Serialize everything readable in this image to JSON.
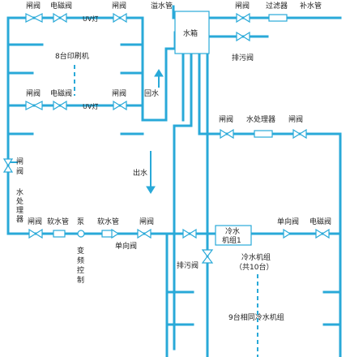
{
  "labels": {
    "top_gate_1": "闸阀",
    "top_solenoid": "电磁阀",
    "top_gate_2": "闸阀",
    "overflow_pipe": "溢水管",
    "right_gate": "闸阀",
    "filter": "过滤器",
    "makeup_pipe": "补水管",
    "uv_lamp_top": "UV灯",
    "water_tank": "水箱",
    "drain_valve_top": "排污阀",
    "printers": "8台印刷机",
    "mid_gate_1": "闸阀",
    "mid_solenoid": "电磁阀",
    "mid_gate_2": "闸阀",
    "return_water": "回水",
    "uv_lamp_mid": "UV灯",
    "wp_gate_1": "闸阀",
    "water_processor": "水处理器",
    "wp_gate_2": "闸阀",
    "out_water": "出水",
    "left_gate": "闸阀",
    "left_processor": "水处理器",
    "bottom_gate_1": "闸阀",
    "soft_pipe_1": "软水管",
    "pump": "泵",
    "soft_pipe_2": "软水管",
    "bottom_gate_2": "闸阀",
    "chiller_1": "冷水机组1",
    "check_valve_right": "单向阀",
    "solenoid_right": "电磁阀",
    "check_valve_bottom": "单向阀",
    "vfd_control": "变频控制",
    "drain_valve_bottom": "排污阀",
    "chiller_group": "冷水机组",
    "chiller_count": "（共10台）",
    "nine_chillers": "9台相同冷水机组"
  },
  "colors": {
    "pipe": "#29a9d8",
    "text": "#222222",
    "background": "#ffffff"
  },
  "icons": [
    "gate-valve-icon",
    "solenoid-valve-icon",
    "check-valve-icon",
    "pump-icon",
    "arrow-up-icon",
    "arrow-down-icon"
  ]
}
